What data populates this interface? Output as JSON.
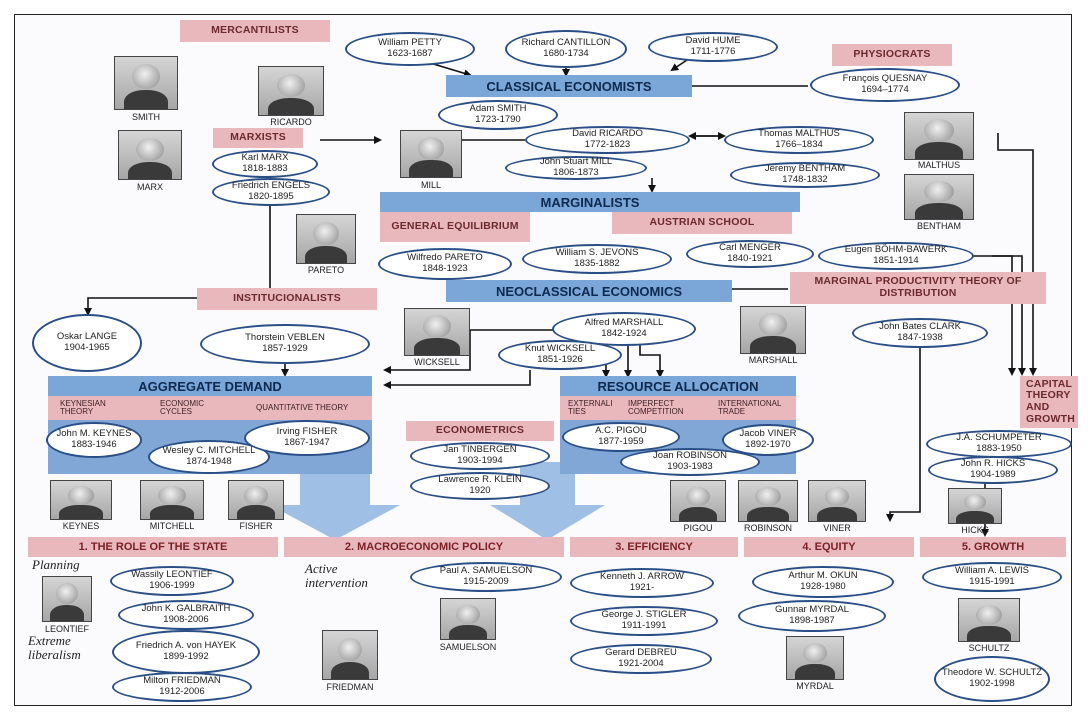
{
  "headers": {
    "mercantilists": "MERCANTILISTS",
    "classical": "CLASSICAL ECONOMISTS",
    "physiocrats": "PHYSIOCRATS",
    "marxists": "MARXISTS",
    "marginalists": "MARGINALISTS",
    "general_equilibrium": "GENERAL EQUILIBRIUM",
    "austrian_school": "AUSTRIAN SCHOOL",
    "neoclassical": "NEOCLASSICAL ECONOMICS",
    "marginal_productivity": "MARGINAL PRODUCTIVITY THEORY OF DISTRIBUTION",
    "institucionalists": "INSTITUCIONALISTS",
    "aggregate_demand": "AGGREGATE DEMAND",
    "resource_allocation": "RESOURCE ALLOCATION",
    "econometrics": "ECONOMETRICS",
    "capital_theory": "CAPITAL THEORY AND GROWTH"
  },
  "sub_headers": {
    "keynesian": "KEYNESIAN THEORY",
    "economic_cycles": "ECONOMIC CYCLES",
    "quantitative": "QUANTITATIVE THEORY",
    "externalities": "EXTERNALI TIES",
    "imperfect": "IMPERFECT COMPETITION",
    "international": "INTERNATIONAL TRADE"
  },
  "sections": {
    "s1": "1. THE ROLE OF THE STATE",
    "s2": "2. MACROECONOMIC POLICY",
    "s3": "3. EFFICIENCY",
    "s4": "4. EQUITY",
    "s5": "5. GROWTH"
  },
  "notes": {
    "planning": "Planning",
    "active": "Active intervention",
    "extreme": "Extreme liberalism"
  },
  "economists": {
    "petty": {
      "name": "William PETTY",
      "years": "1623-1687"
    },
    "cantillon": {
      "name": "Richard CANTILLON",
      "years": "1680-1734"
    },
    "hume": {
      "name": "David HUME",
      "years": "1711-1776"
    },
    "quesnay": {
      "name": "François QUESNAY",
      "years": "1694–1774"
    },
    "smith": {
      "name": "Adam SMITH",
      "years": "1723-1790"
    },
    "ricardo": {
      "name": "David RICARDO",
      "years": "1772-1823"
    },
    "malthus": {
      "name": "Thomas MALTHUS",
      "years": "1766–1834"
    },
    "marx": {
      "name": "Karl MARX",
      "years": "1818-1883"
    },
    "mill": {
      "name": "John Stuart MILL",
      "years": "1806-1873"
    },
    "bentham": {
      "name": "Jeremy BENTHAM",
      "years": "1748-1832"
    },
    "engels": {
      "name": "Friedrich ENGELS",
      "years": "1820-1895"
    },
    "pareto": {
      "name": "Wilfredo PARETO",
      "years": "1848-1923"
    },
    "jevons": {
      "name": "William S. JEVONS",
      "years": "1835-1882"
    },
    "menger": {
      "name": "Carl MENGER",
      "years": "1840-1921"
    },
    "bohm": {
      "name": "Eugen BÖHM-BAWERK",
      "years": "1851-1914"
    },
    "marshall": {
      "name": "Alfred MARSHALL",
      "years": "1842-1924"
    },
    "wicksell": {
      "name": "Knut WICKSELL",
      "years": "1851-1926"
    },
    "lange": {
      "name": "Oskar LANGE",
      "years": "1904-1965"
    },
    "veblen": {
      "name": "Thorstein VEBLEN",
      "years": "1857-1929"
    },
    "clark": {
      "name": "John Bates CLARK",
      "years": "1847-1938"
    },
    "keynes": {
      "name": "John M. KEYNES",
      "years": "1883-1946"
    },
    "mitchell": {
      "name": "Wesley C. MITCHELL",
      "years": "1874-1948"
    },
    "fisher": {
      "name": "Irving FISHER",
      "years": "1867-1947"
    },
    "tinbergen": {
      "name": "Jan TINBERGEN",
      "years": "1903-1994"
    },
    "klein": {
      "name": "Lawrence R. KLEIN",
      "years": "1920"
    },
    "pigou": {
      "name": "A.C. PIGOU",
      "years": "1877-1959"
    },
    "robinson": {
      "name": "Joan ROBINSON",
      "years": "1903-1983"
    },
    "viner": {
      "name": "Jacob VINER",
      "years": "1892-1970"
    },
    "schumpeter": {
      "name": "J.A. SCHUMPETER",
      "years": "1883-1950"
    },
    "hicks": {
      "name": "John R. HICKS",
      "years": "1904-1989"
    },
    "leontief": {
      "name": "Wassily LEONTIEF",
      "years": "1906-1999"
    },
    "galbraith": {
      "name": "John K. GALBRAITH",
      "years": "1908-2006"
    },
    "hayek": {
      "name": "Friedrich A. von HAYEK",
      "years": "1899-1992"
    },
    "friedman": {
      "name": "Milton FRIEDMAN",
      "years": "1912-2006"
    },
    "samuelson": {
      "name": "Paul A. SAMUELSON",
      "years": "1915-2009"
    },
    "arrow": {
      "name": "Kenneth J. ARROW",
      "years": "1921-"
    },
    "stigler": {
      "name": "George J. STIGLER",
      "years": "1911-1991"
    },
    "debreu": {
      "name": "Gerard DEBREU",
      "years": "1921-2004"
    },
    "okun": {
      "name": "Arthur M. OKUN",
      "years": "1928-1980"
    },
    "myrdal": {
      "name": "Gunnar MYRDAL",
      "years": "1898-1987"
    },
    "lewis": {
      "name": "William A. LEWIS",
      "years": "1915-1991"
    },
    "schultz": {
      "name": "Theodore W. SCHULTZ",
      "years": "1902-1998"
    }
  },
  "portraits": {
    "smith": "SMITH",
    "ricardo": "RICARDO",
    "marx": "MARX",
    "mill": "MILL",
    "malthus": "MALTHUS",
    "bentham": "BENTHAM",
    "pareto": "PARETO",
    "wicksell": "WICKSELL",
    "marshall": "MARSHALL",
    "keynes": "KEYNES",
    "mitchell": "MITCHELL",
    "fisher": "FISHER",
    "pigou": "PIGOU",
    "robinson": "ROBINSON",
    "viner": "VINER",
    "hicks": "HICKS",
    "leontief": "LEONTIEF",
    "samuelson": "SAMUELSON",
    "friedman": "FRIEDMAN",
    "myrdal": "MYRDAL",
    "schultz": "SCHULTZ"
  },
  "colors": {
    "pink_header": "#e9b8bd",
    "blue_header": "#7aa6d8",
    "oval_border": "#2a4f86",
    "arrow_fill": "#8fb4df"
  }
}
